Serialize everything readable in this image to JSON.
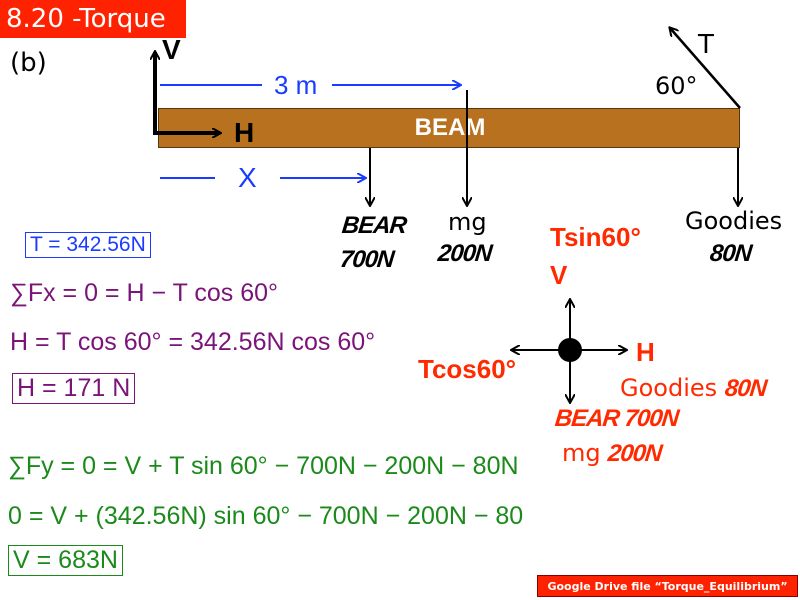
{
  "title": "8.20 -Torque",
  "part": "(b)",
  "beam": {
    "label": "BEAM",
    "color": "#b8711f"
  },
  "diagram": {
    "v_label": "V",
    "h_label": "H",
    "distance_3m": "3 m",
    "distance_x": "X",
    "tension_label": "T",
    "angle_label": "60°",
    "bear_label": "BEAR",
    "bear_force": "700N",
    "mg_label": "mg",
    "mg_force": "200N",
    "goodies_label": "Goodies",
    "goodies_force": "80N"
  },
  "equations": {
    "tension_result": "T = 342.56N",
    "sum_fx": "∑Fx = 0 = H − T cos 60°",
    "h_expr": "H = T cos 60° = 342.56N cos 60°",
    "h_result": "H = 171 N",
    "sum_fy": "∑Fy = 0 = V + T sin 60° − 700N − 200N − 80N",
    "v_expr": "0 = V + (342.56N) sin 60° − 700N − 200N − 80",
    "v_result": "V = 683N"
  },
  "fbd": {
    "tsin": "Tsin60°",
    "v": "V",
    "h": "H",
    "tcos": "Tcos60°",
    "goodies": "Goodies",
    "goodies_force": "80N",
    "bear": "BEAR 700N",
    "mg": "mg",
    "mg_force": "200N"
  },
  "footer": "Google Drive file “Torque_Equilibrium”",
  "colors": {
    "accent": "#ff2200",
    "blue": "#1a3cff",
    "purple": "#7b1479",
    "green": "#1b8a1b"
  }
}
